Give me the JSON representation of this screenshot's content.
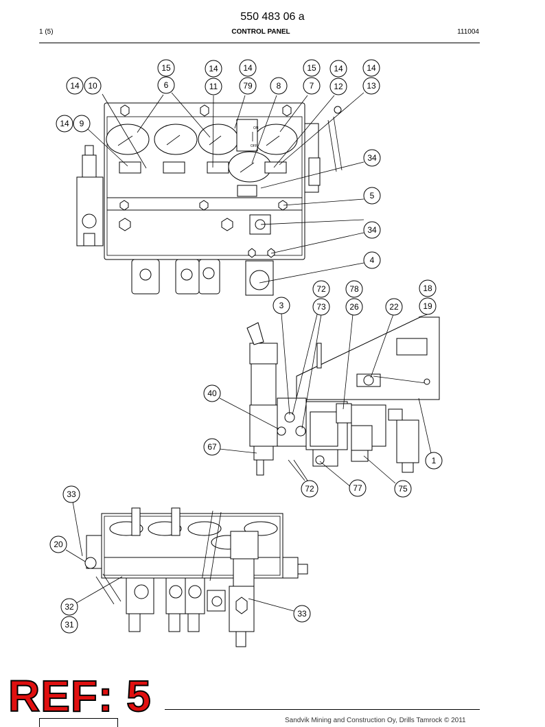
{
  "header": {
    "doc_number": "550 483 06 a",
    "page": "1 (5)",
    "title": "CONTROL PANEL",
    "date": "111004"
  },
  "stamp": {
    "text": "REF: 5",
    "color": "#e01010"
  },
  "footer": {
    "text": "Sandvik Mining and Construction Oy, Drills Tamrock © 2011"
  },
  "drawing": {
    "gauge_labels": {
      "on": "ON",
      "off": "OFF"
    },
    "callouts": [
      "14",
      "10",
      "15",
      "6",
      "14",
      "11",
      "14",
      "79",
      "8",
      "15",
      "7",
      "14",
      "12",
      "14",
      "13",
      "14",
      "9",
      "34",
      "5",
      "34",
      "4",
      "72",
      "73",
      "78",
      "26",
      "18",
      "19",
      "3",
      "22",
      "40",
      "67",
      "1",
      "72",
      "77",
      "75",
      "33",
      "20",
      "32",
      "31",
      "33"
    ]
  }
}
